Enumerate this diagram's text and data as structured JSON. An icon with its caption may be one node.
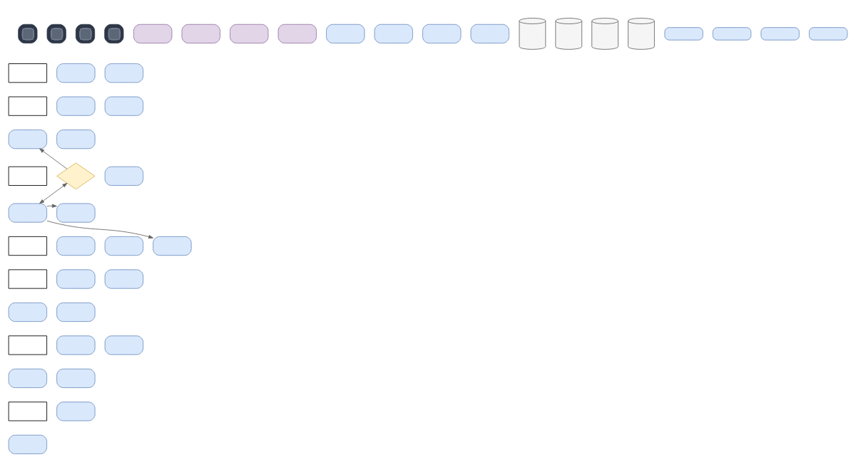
{
  "diagram": {
    "nodes": [
      {
        "text": [],
        "shape": "picture"
      },
      {
        "text": [],
        "shape": "picture"
      },
      {
        "text": [],
        "shape": "picture"
      },
      {
        "text": [],
        "shape": "picture"
      },
      {
        "text": [],
        "shape": "box"
      },
      {
        "text": [],
        "shape": "box"
      },
      {
        "text": [],
        "shape": "box"
      },
      {
        "text": [],
        "shape": "box"
      },
      {
        "text": [],
        "shape": "box"
      },
      {
        "text": [],
        "shape": "box"
      },
      {
        "text": [],
        "shape": "box"
      },
      {
        "text": [],
        "shape": "box"
      },
      {
        "text": [],
        "shape": "cylinder"
      },
      {
        "text": [],
        "shape": "cylinder"
      },
      {
        "text": [],
        "shape": "cylinder"
      },
      {
        "text": [],
        "shape": "cylinder"
      },
      {
        "text": [],
        "shape": "box"
      },
      {
        "text": [],
        "shape": "box"
      },
      {
        "text": [],
        "shape": "box"
      },
      {
        "text": [],
        "shape": "box"
      },
      {
        "text": [],
        "shape": "box"
      },
      {
        "text": [],
        "shape": "box"
      },
      {
        "text": [],
        "shape": "box"
      },
      {
        "text": [],
        "shape": "box"
      },
      {
        "text": [],
        "shape": "box"
      },
      {
        "text": [],
        "shape": "box"
      },
      {
        "text": [],
        "shape": "box"
      },
      {
        "text": [],
        "shape": "box"
      },
      {
        "text": [],
        "shape": "box"
      },
      {
        "text": [],
        "shape": "diamond"
      },
      {
        "text": [],
        "shape": "box"
      },
      {
        "text": [],
        "shape": "box"
      },
      {
        "text": [],
        "shape": "box"
      },
      {
        "text": [],
        "shape": "box"
      },
      {
        "text": [],
        "shape": "box"
      },
      {
        "text": [],
        "shape": "box"
      },
      {
        "text": [],
        "shape": "box"
      },
      {
        "text": [],
        "shape": "box"
      },
      {
        "text": [],
        "shape": "box"
      },
      {
        "text": [],
        "shape": "box"
      },
      {
        "text": [],
        "shape": "box"
      },
      {
        "text": [],
        "shape": "box"
      },
      {
        "text": [],
        "shape": "box"
      },
      {
        "text": [],
        "shape": "box"
      },
      {
        "text": [],
        "shape": "box"
      },
      {
        "text": [],
        "shape": "box"
      },
      {
        "text": [],
        "shape": "box"
      },
      {
        "text": [],
        "shape": "box"
      },
      {
        "text": [],
        "shape": "box"
      },
      {
        "text": [],
        "shape": "box"
      }
    ],
    "edges": [
      {
        "from": 29,
        "to": 26,
        "arrow": "to"
      },
      {
        "from": 29,
        "to": 31,
        "arrow": "both"
      },
      {
        "from": 31,
        "to": 32,
        "arrow": "to"
      },
      {
        "from": 31,
        "to": 36,
        "arrow": "to"
      }
    ]
  }
}
